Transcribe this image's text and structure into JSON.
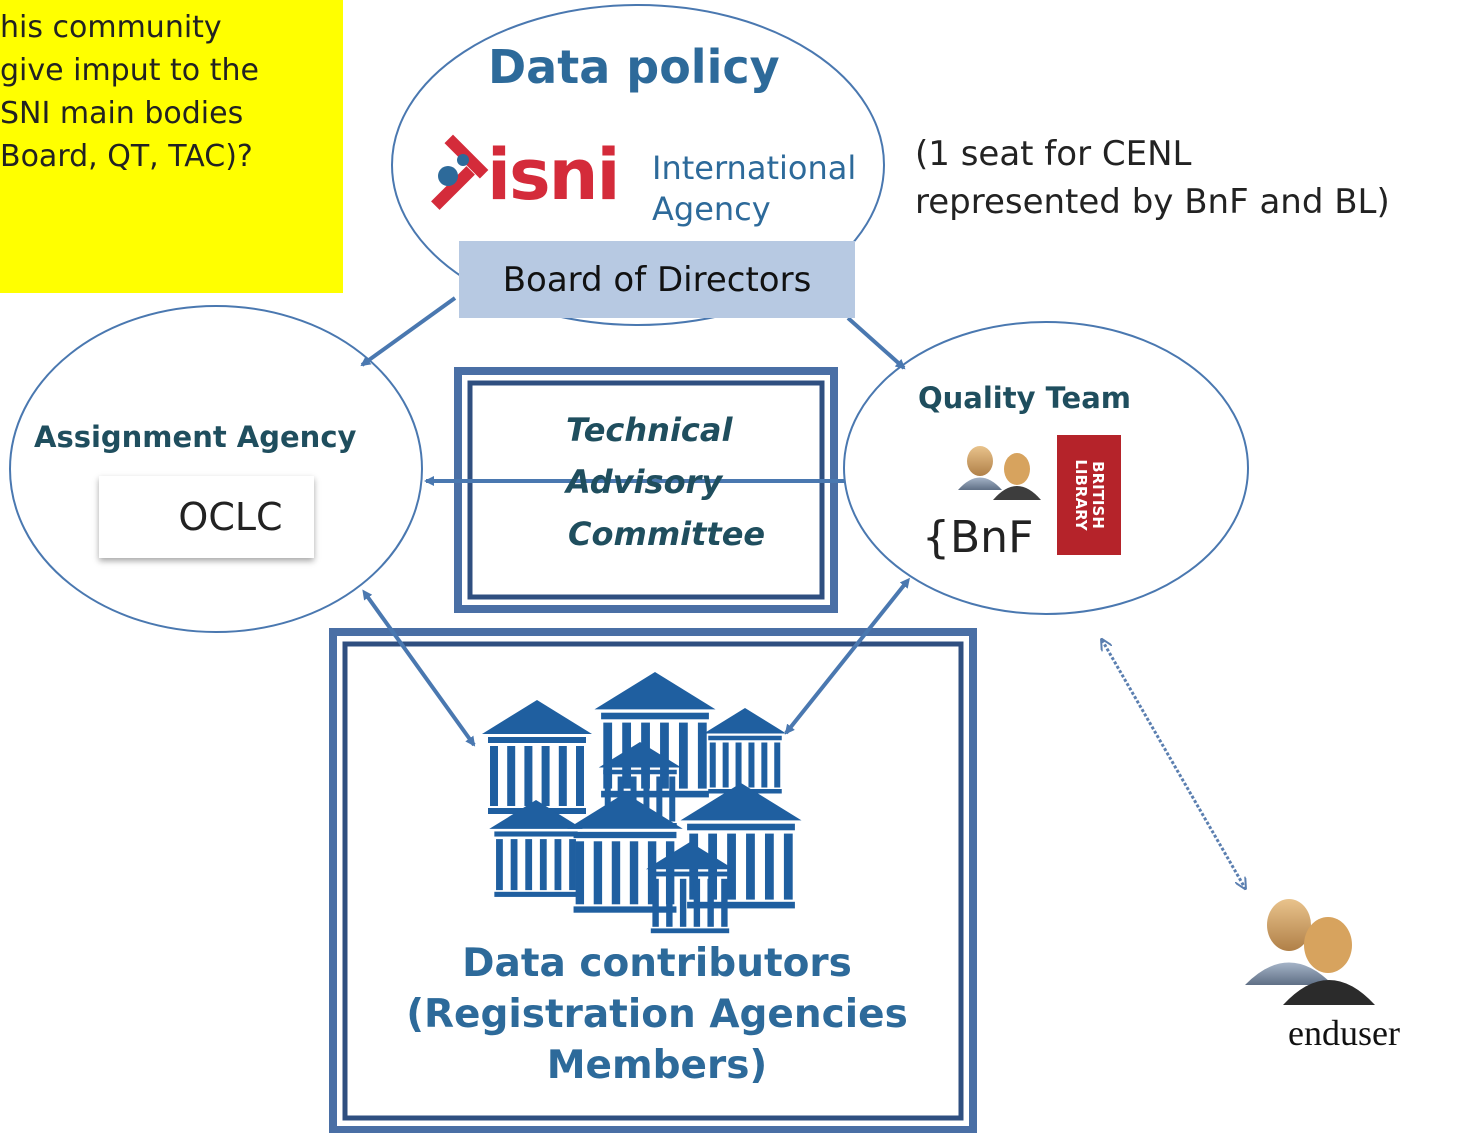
{
  "note": {
    "lines": [
      "his community",
      "give imput to the",
      "SNI main bodies",
      "Board, QT, TAC)?"
    ]
  },
  "data_policy": {
    "title": "Data policy",
    "logo_word": "isni",
    "logo_sub1": "International",
    "logo_sub2": "Agency",
    "board_label": "Board of Directors"
  },
  "seat_note": {
    "line1": "(1 seat for CENL",
    "line2": "represented by BnF and BL)"
  },
  "assignment_agency": {
    "label": "Assignment Agency",
    "logo": "OCLC"
  },
  "tac": {
    "line1": "Technical",
    "line2": "Advisory",
    "line3": "Committee"
  },
  "quality_team": {
    "label": "Quality Team",
    "bnf_logo": "{BnF",
    "bl_logo_line1": "BRITISH",
    "bl_logo_line2": "LIBRARY"
  },
  "data_contributors": {
    "line1": "Data contributors",
    "line2": "(Registration Agencies",
    "line3": "Members)"
  },
  "enduser": {
    "label": "enduser"
  },
  "colors": {
    "highlight": "#ffff00",
    "arrow": "#4a78b0",
    "title_blue": "#2d6a9a",
    "board_fill": "#b7c9e2",
    "library_red": "#b5232a"
  }
}
